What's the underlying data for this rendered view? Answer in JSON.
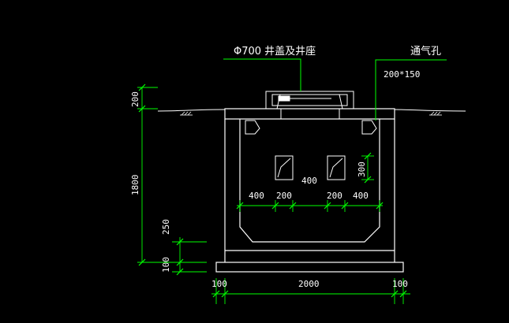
{
  "labels": {
    "manhole_cover": "Φ700  井盖及井座",
    "vent_hole": "通气孔",
    "vent_size": "200*150"
  },
  "dimensions": {
    "cover_height": "200",
    "wall_height": "1800",
    "haunch_250": "250",
    "base_100": "100",
    "bottom_left_100": "100",
    "bottom_width": "2000",
    "bottom_right_100": "100",
    "inner_400_left": "400",
    "inner_200_left": "200",
    "inner_400_middle": "400",
    "inner_200_right": "200",
    "inner_400_right": "400",
    "hole_height_300": "300"
  },
  "colors": {
    "structure": "#ffffff",
    "dimension": "#00ff00",
    "leader": "#00ff00",
    "text": "#ffffff"
  }
}
